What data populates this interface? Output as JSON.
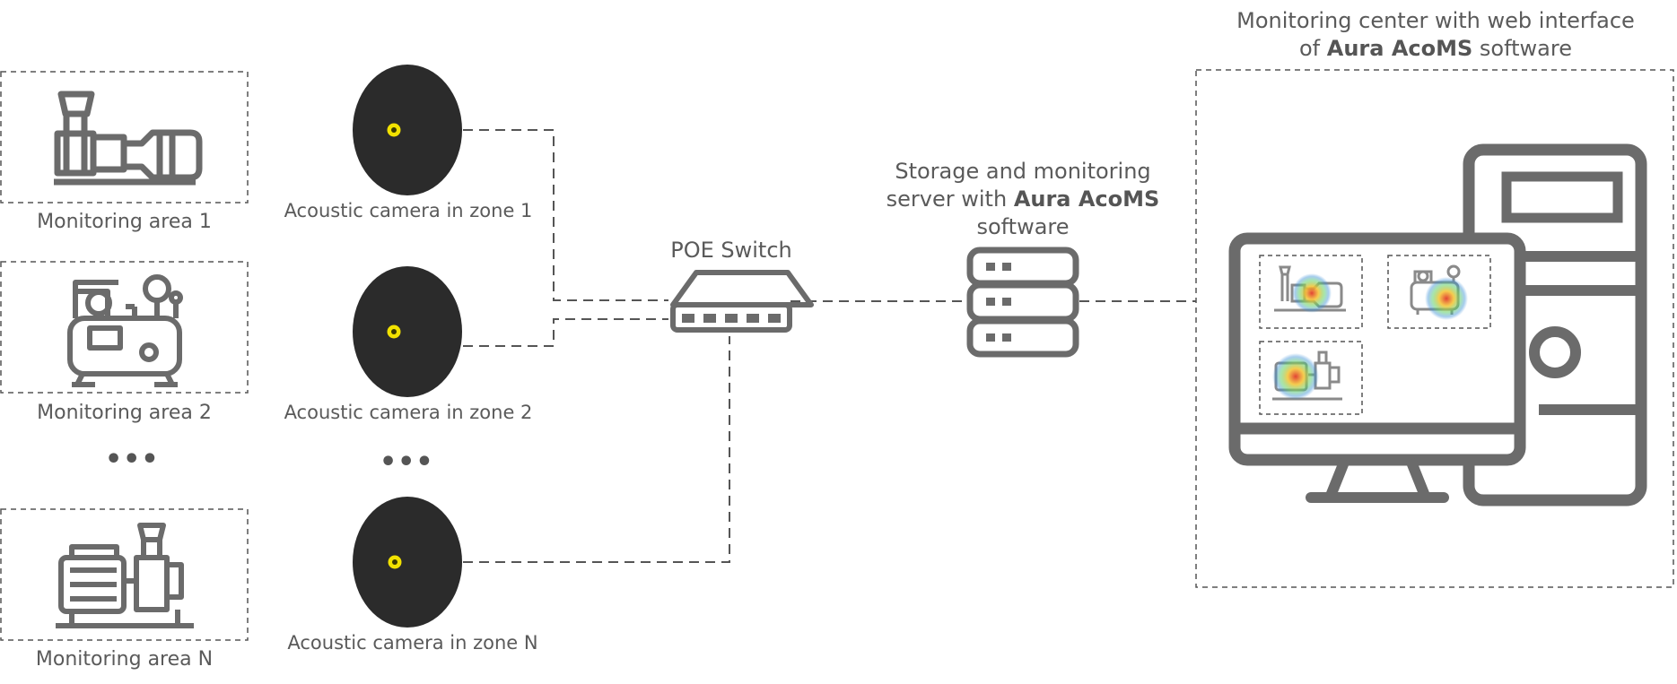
{
  "monitoring_areas": [
    {
      "label": "Monitoring area 1"
    },
    {
      "label": "Monitoring area 2"
    },
    {
      "label": "Monitoring area N"
    }
  ],
  "cameras": [
    {
      "label": "Acoustic camera in zone 1"
    },
    {
      "label": "Acoustic camera in zone 2"
    },
    {
      "label": "Acoustic camera in zone N"
    }
  ],
  "ellipsis": "•••",
  "switch": {
    "label": "POE Switch"
  },
  "server": {
    "label_line1": "Storage and monitoring",
    "label_line2_pre": "server with ",
    "label_line2_bold": "Aura AcoMS",
    "label_line3": "software"
  },
  "monitoring_center": {
    "label_line1": "Monitoring center with web interface",
    "label_line2_pre": "of ",
    "label_line2_bold": "Aura AcoMS",
    "label_line2_post": " software"
  },
  "colors": {
    "icon": "#6b6b6b",
    "dash": "#555555",
    "camera_body": "#2b2b2b",
    "camera_lens": "#f2e200",
    "heat_hot": "#e03a2a",
    "heat_warm": "#f4c430",
    "heat_cool": "#3a8fd8"
  },
  "icons": [
    "pump-icon",
    "compressor-icon",
    "pump-motor-icon",
    "acoustic-camera-icon",
    "network-switch-icon",
    "server-rack-icon",
    "desktop-computer-icon",
    "heatmap-thumbnail-icon"
  ]
}
